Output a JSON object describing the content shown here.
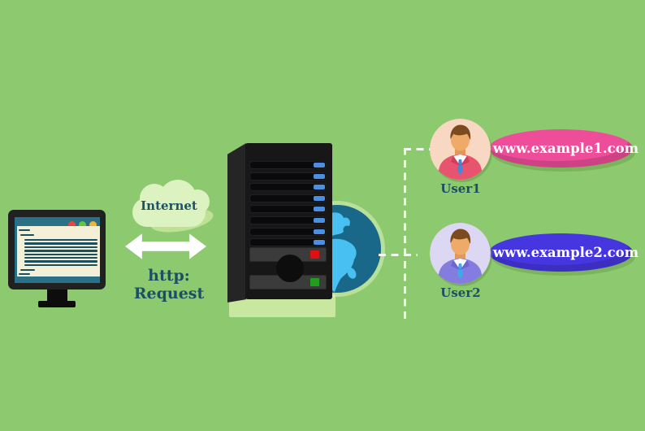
{
  "labels": {
    "internet": "Internet",
    "http_request": "http: Request"
  },
  "users": [
    {
      "name": "User1",
      "domain": "www.example1.com",
      "bubble_color": "#ee4d9a",
      "avatar_bg": "#f8d7c3",
      "suit_color": "#e8536e",
      "lapel_color": "#cf3f5c",
      "tie_color": "#4a86d8"
    },
    {
      "name": "User2",
      "domain": "www.example2.com",
      "bubble_color": "#4636e0",
      "avatar_bg": "#dcd7f3",
      "suit_color": "#857cdf",
      "lapel_color": "#6e65d2",
      "tie_color": "#3fa9ec"
    }
  ],
  "server": {
    "slot_count": 9,
    "slot_tab_color": "#4a90e2",
    "status_leds": [
      "#dd1111",
      "#1f9e1f"
    ]
  },
  "colors": {
    "background": "#8dc96e",
    "accent_teal": "#1d4f63",
    "cloud": "#ddf2c1",
    "monitor_screen": "#2a7086",
    "monitor_paper": "#f3f0d7",
    "globe_ocean": "#19688a",
    "globe_land": "#49c0f2",
    "platform": "#c8e8a0",
    "dashed_line": "#f4f7ee"
  }
}
